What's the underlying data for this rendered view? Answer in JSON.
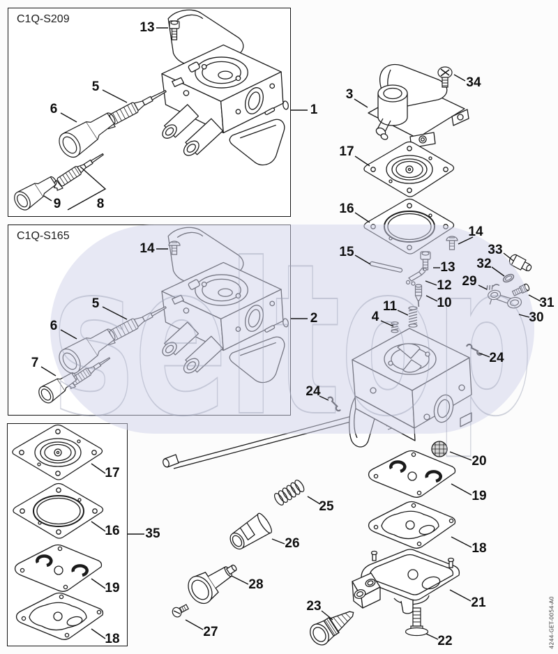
{
  "page": {
    "watermark": "seltop",
    "doc_number": "4244-GET-0054-A0",
    "background": "#fcfcfc",
    "line_color": "#1a1a1a",
    "watermark_fill": "#cfd1e9",
    "watermark_stroke": "#9aa0b5"
  },
  "panels": [
    {
      "label": "C1Q-S209"
    },
    {
      "label": "C1Q-S165"
    },
    {
      "label": ""
    }
  ],
  "callouts": [
    {
      "label": "13"
    },
    {
      "label": "5"
    },
    {
      "label": "6"
    },
    {
      "label": "9"
    },
    {
      "label": "8"
    },
    {
      "label": "1"
    },
    {
      "label": "14"
    },
    {
      "label": "5"
    },
    {
      "label": "6"
    },
    {
      "label": "7"
    },
    {
      "label": "2"
    },
    {
      "label": "17"
    },
    {
      "label": "16"
    },
    {
      "label": "19"
    },
    {
      "label": "18"
    },
    {
      "label": "35"
    },
    {
      "label": "3"
    },
    {
      "label": "34"
    },
    {
      "label": "17"
    },
    {
      "label": "16"
    },
    {
      "label": "14"
    },
    {
      "label": "15"
    },
    {
      "label": "13"
    },
    {
      "label": "33"
    },
    {
      "label": "32"
    },
    {
      "label": "12"
    },
    {
      "label": "29"
    },
    {
      "label": "10"
    },
    {
      "label": "31"
    },
    {
      "label": "30"
    },
    {
      "label": "11"
    },
    {
      "label": "4"
    },
    {
      "label": "24"
    },
    {
      "label": "24"
    },
    {
      "label": "20"
    },
    {
      "label": "19"
    },
    {
      "label": "25"
    },
    {
      "label": "18"
    },
    {
      "label": "21"
    },
    {
      "label": "26"
    },
    {
      "label": "28"
    },
    {
      "label": "27"
    },
    {
      "label": "23"
    },
    {
      "label": "22"
    }
  ]
}
